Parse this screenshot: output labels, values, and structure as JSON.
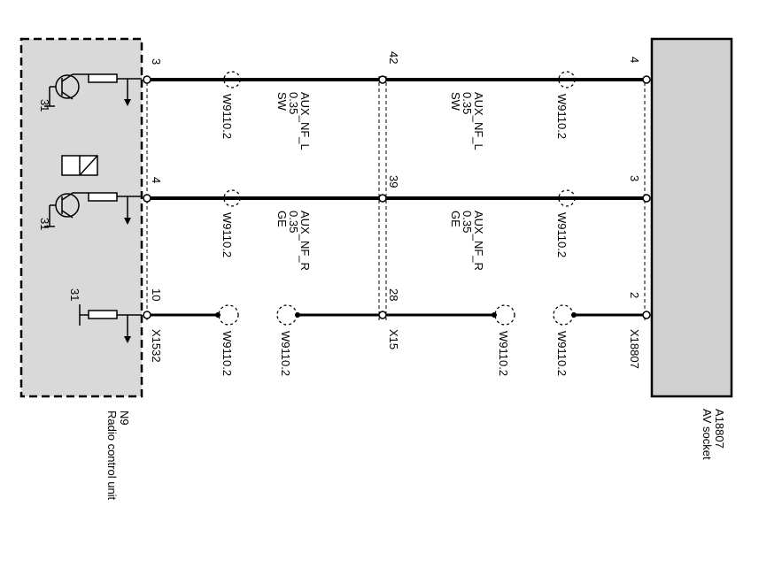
{
  "components": {
    "radio_unit": {
      "code": "N9",
      "name": "Radio control unit",
      "fill": "#d9d9d9"
    },
    "av_socket": {
      "code": "A18807",
      "name": "AV socket",
      "fill": "#d0d0d0"
    }
  },
  "connectors": {
    "left": "X1532",
    "middle": "X15",
    "right": "X18807"
  },
  "internal_labels": {
    "ground_top": "31",
    "ground_mid": "31",
    "ground_bottom": "31"
  },
  "wires": [
    {
      "pin_left": "3",
      "pin_mid": "42",
      "pin_right": "4",
      "signal": "AUX_NF_L",
      "size": "0.35",
      "color_code": "SW",
      "shield_left": "W9110.2",
      "shield_right": "W9110.2"
    },
    {
      "pin_left": "4",
      "pin_mid": "39",
      "pin_right": "3",
      "signal": "AUX_NF_R",
      "size": "0.35",
      "color_code": "GE",
      "shield_left": "W9110.2",
      "shield_right": "W9110.2"
    },
    {
      "pin_left": "10",
      "pin_mid": "28",
      "pin_right": "2",
      "shield_a": "W9110.2",
      "shield_b": "W9110.2",
      "shield_c": "W9110.2",
      "shield_d": "W9110.2"
    }
  ]
}
